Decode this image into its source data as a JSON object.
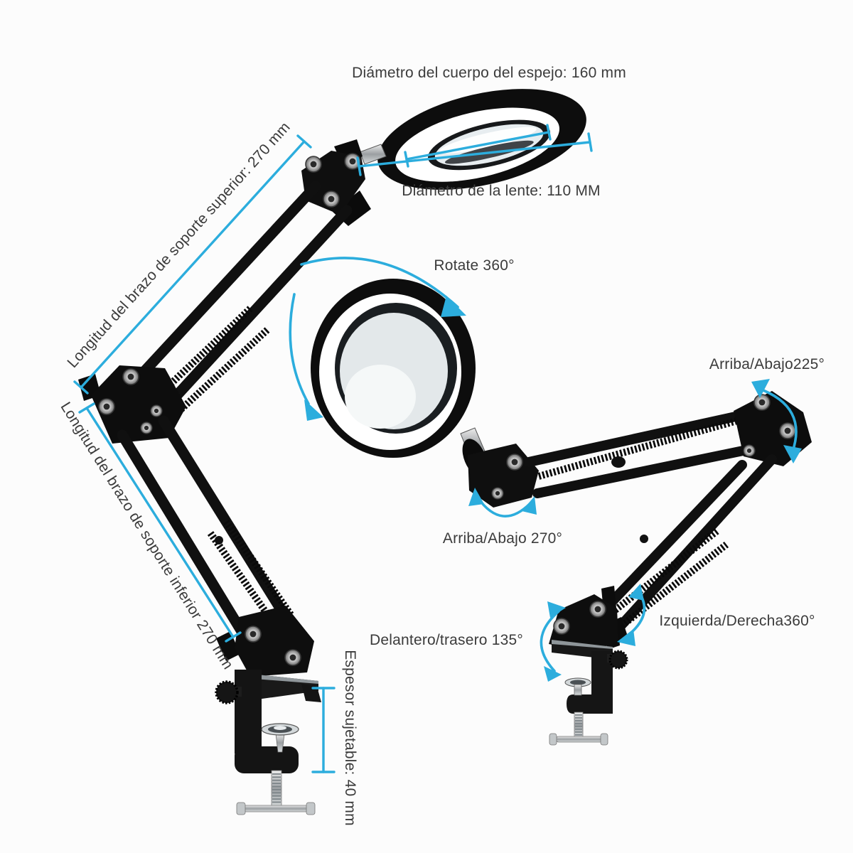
{
  "page": {
    "background": "#fcfcfc",
    "description_language": "Spanish"
  },
  "colors": {
    "accent": "#2caddd",
    "text": "#3b3b3b",
    "product_black": "#101010",
    "led_ring_white": "#ffffff",
    "lens_gray": "#e3e8ea"
  },
  "annotations": {
    "mirror_body_diameter": "Diámetro del cuerpo del espejo: 160 mm",
    "lens_diameter": "Diámetro de la lente: 110 MM",
    "rotate_360": "Rotate 360°",
    "upper_arm_length": "Longitud del brazo de soporte superior: 270 mm",
    "lower_arm_length": "Longitud del brazo de soporte inferior 270 mm",
    "up_down_225": "Arriba/Abajo225°",
    "up_down_270": "Arriba/Abajo 270°",
    "left_right_360": "Izquierda/Derecha360°",
    "front_back_135": "Delantero/trasero 135°",
    "clamp_thickness": "Espesor sujetable: 40 mm"
  },
  "measurements": {
    "mirror_body_diameter_mm": 160,
    "lens_diameter_mm": 110,
    "upper_arm_length_mm": 270,
    "lower_arm_length_mm": 270,
    "clamp_thickness_mm": 40,
    "head_rotation_deg": 360,
    "elbow_up_down_deg": 225,
    "head_up_down_deg": 270,
    "base_left_right_deg": 360,
    "base_front_back_deg": 135
  }
}
